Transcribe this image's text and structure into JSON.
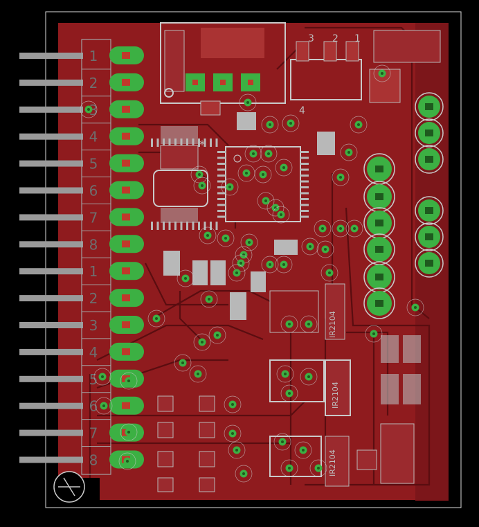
{
  "colors": {
    "background": "#000000",
    "copper": "#8f1b1e",
    "copper_dark": "#6e1216",
    "trace": "#5a0d10",
    "pad": "#3cb043",
    "pad_hole": "#c0392b",
    "silk": "#bdbdbd",
    "smd": "#b8b8b8"
  },
  "header": {
    "labels_top": [
      "1",
      "2",
      "3",
      "4",
      "5",
      "6",
      "7",
      "8"
    ],
    "labels_bottom": [
      "1",
      "2",
      "3",
      "4",
      "5",
      "6",
      "7",
      "8"
    ]
  },
  "connector": {
    "pin_labels": [
      "3",
      "2",
      "1"
    ],
    "aux_label": "4"
  },
  "marker": "*",
  "ic_labels": [
    "IR2104",
    "IR2104",
    "IR2104"
  ]
}
